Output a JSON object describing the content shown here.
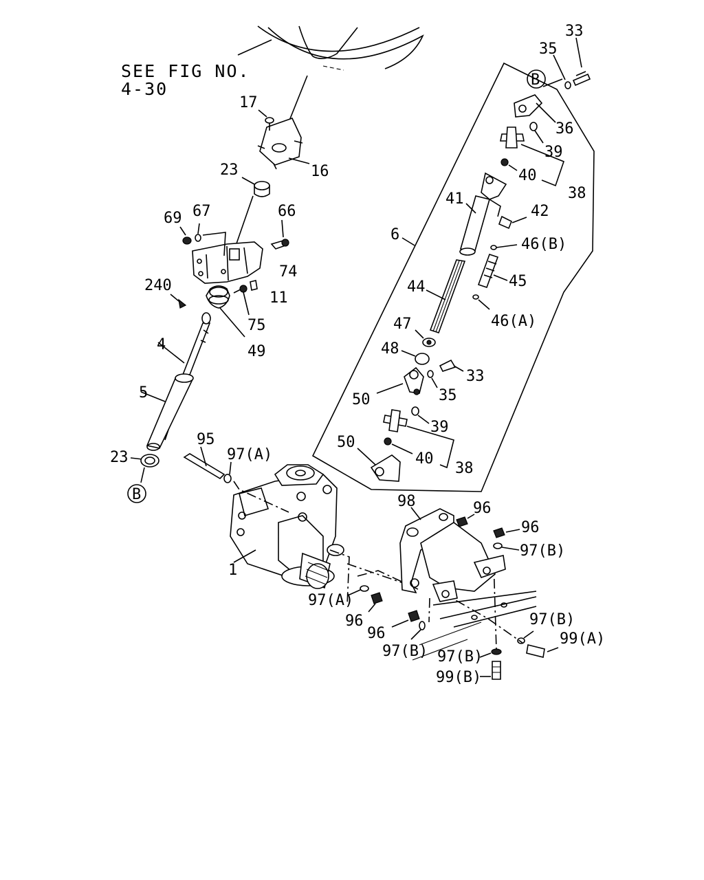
{
  "reference": {
    "line1": "SEE FIG NO.",
    "line2": "4-30"
  },
  "callouts": [
    {
      "id": "c33a",
      "text": "33"
    },
    {
      "id": "c35a",
      "text": "35"
    },
    {
      "id": "cB1",
      "text": "B"
    },
    {
      "id": "c36",
      "text": "36"
    },
    {
      "id": "c39a",
      "text": "39"
    },
    {
      "id": "c40a",
      "text": "40"
    },
    {
      "id": "c38a",
      "text": "38"
    },
    {
      "id": "c41",
      "text": "41"
    },
    {
      "id": "c42",
      "text": "42"
    },
    {
      "id": "c6",
      "text": "6"
    },
    {
      "id": "c46b",
      "text": "46(B)"
    },
    {
      "id": "c45",
      "text": "45"
    },
    {
      "id": "c44",
      "text": "44"
    },
    {
      "id": "c46a",
      "text": "46(A)"
    },
    {
      "id": "c47",
      "text": "47"
    },
    {
      "id": "c48",
      "text": "48"
    },
    {
      "id": "c33b",
      "text": "33"
    },
    {
      "id": "c35b",
      "text": "35"
    },
    {
      "id": "c50a",
      "text": "50"
    },
    {
      "id": "c39b",
      "text": "39"
    },
    {
      "id": "c50b",
      "text": "50"
    },
    {
      "id": "c40b",
      "text": "40"
    },
    {
      "id": "c38b",
      "text": "38"
    },
    {
      "id": "c17",
      "text": "17"
    },
    {
      "id": "c16",
      "text": "16"
    },
    {
      "id": "c23a",
      "text": "23"
    },
    {
      "id": "c69",
      "text": "69"
    },
    {
      "id": "c67",
      "text": "67"
    },
    {
      "id": "c66",
      "text": "66"
    },
    {
      "id": "c74",
      "text": "74"
    },
    {
      "id": "c240",
      "text": "240"
    },
    {
      "id": "c11",
      "text": "11"
    },
    {
      "id": "c75",
      "text": "75"
    },
    {
      "id": "c49",
      "text": "49"
    },
    {
      "id": "c4",
      "text": "4"
    },
    {
      "id": "c5",
      "text": "5"
    },
    {
      "id": "c23b",
      "text": "23"
    },
    {
      "id": "cB2",
      "text": "B"
    },
    {
      "id": "c95",
      "text": "95"
    },
    {
      "id": "c97a1",
      "text": "97(A)"
    },
    {
      "id": "c1",
      "text": "1"
    },
    {
      "id": "c98",
      "text": "98"
    },
    {
      "id": "c96a",
      "text": "96"
    },
    {
      "id": "c96b",
      "text": "96"
    },
    {
      "id": "c97b1",
      "text": "97(B)"
    },
    {
      "id": "c97a2",
      "text": "97(A)"
    },
    {
      "id": "c96c",
      "text": "96"
    },
    {
      "id": "c96d",
      "text": "96"
    },
    {
      "id": "c97b2",
      "text": "97(B)"
    },
    {
      "id": "c97b3",
      "text": "97(B)"
    },
    {
      "id": "c99a",
      "text": "99(A)"
    },
    {
      "id": "c97b4",
      "text": "97(B)"
    },
    {
      "id": "c99b",
      "text": "99(B)"
    }
  ]
}
